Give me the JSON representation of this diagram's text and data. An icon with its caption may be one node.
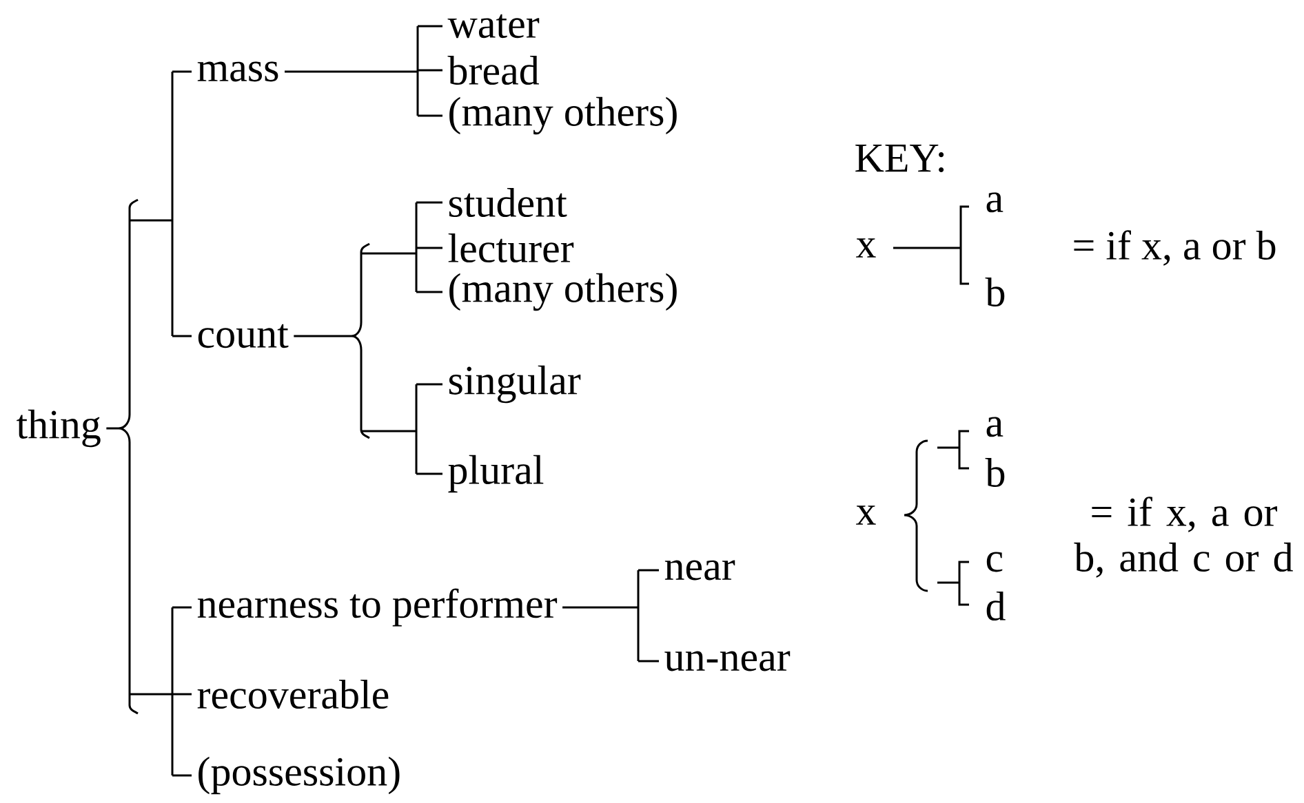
{
  "diagram": {
    "nodes": [
      {
        "text": [
          "thing"
        ]
      },
      {
        "text": [
          "mass"
        ]
      },
      {
        "text": [
          "water"
        ]
      },
      {
        "text": [
          "bread"
        ]
      },
      {
        "text": [
          "(many others)"
        ]
      },
      {
        "text": [
          "count"
        ]
      },
      {
        "text": [
          "student"
        ]
      },
      {
        "text": [
          "lecturer"
        ]
      },
      {
        "text": [
          "(many others)"
        ]
      },
      {
        "text": [
          "singular"
        ]
      },
      {
        "text": [
          "plural"
        ]
      },
      {
        "text": [
          "nearness to performer"
        ]
      },
      {
        "text": [
          "near"
        ]
      },
      {
        "text": [
          "un-near"
        ]
      },
      {
        "text": [
          "recoverable"
        ]
      },
      {
        "text": [
          "(possession)"
        ]
      }
    ],
    "edges": [
      {
        "from": 0,
        "to": 1,
        "arrow": "none"
      },
      {
        "from": 0,
        "to": 5,
        "arrow": "none"
      },
      {
        "from": 0,
        "to": 11,
        "arrow": "none"
      },
      {
        "from": 0,
        "to": 14,
        "arrow": "none"
      },
      {
        "from": 0,
        "to": 15,
        "arrow": "none"
      },
      {
        "from": 1,
        "to": 2,
        "arrow": "none"
      },
      {
        "from": 1,
        "to": 3,
        "arrow": "none"
      },
      {
        "from": 1,
        "to": 4,
        "arrow": "none"
      },
      {
        "from": 5,
        "to": 6,
        "arrow": "none"
      },
      {
        "from": 5,
        "to": 7,
        "arrow": "none"
      },
      {
        "from": 5,
        "to": 8,
        "arrow": "none"
      },
      {
        "from": 5,
        "to": 9,
        "arrow": "none"
      },
      {
        "from": 5,
        "to": 10,
        "arrow": "none"
      },
      {
        "from": 11,
        "to": 12,
        "arrow": "none"
      },
      {
        "from": 11,
        "to": 13,
        "arrow": "none"
      }
    ],
    "labels": [
      "KEY:",
      "x",
      "a",
      "b",
      "= if x, a or b",
      "x",
      "a",
      "b",
      "c",
      "d",
      "= if x, a or b, and c or d"
    ]
  }
}
